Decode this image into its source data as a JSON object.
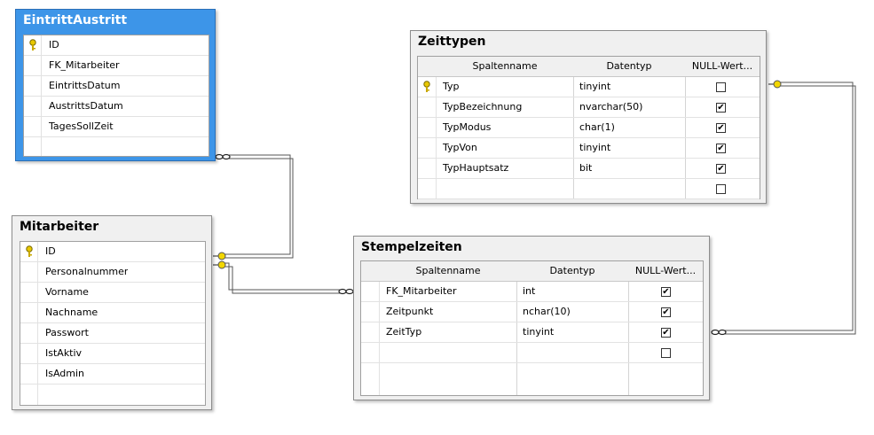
{
  "tables": {
    "eintritt": {
      "title": "EintrittAustritt",
      "columns": [
        "ID",
        "FK_Mitarbeiter",
        "EintrittsDatum",
        "AustrittsDatum",
        "TagesSollZeit"
      ]
    },
    "mitarbeiter": {
      "title": "Mitarbeiter",
      "columns": [
        "ID",
        "Personalnummer",
        "Vorname",
        "Nachname",
        "Passwort",
        "IstAktiv",
        "IsAdmin"
      ]
    },
    "zeittypen": {
      "title": "Zeittypen",
      "headers": [
        "Spaltenname",
        "Datentyp",
        "NULL-Wert..."
      ],
      "rows": [
        {
          "name": "Typ",
          "type": "tinyint",
          "nullable": false
        },
        {
          "name": "TypBezeichnung",
          "type": "nvarchar(50)",
          "nullable": true
        },
        {
          "name": "TypModus",
          "type": "char(1)",
          "nullable": true
        },
        {
          "name": "TypVon",
          "type": "tinyint",
          "nullable": true
        },
        {
          "name": "TypHauptsatz",
          "type": "bit",
          "nullable": true
        },
        {
          "name": "",
          "type": "",
          "nullable": false
        }
      ]
    },
    "stempelzeiten": {
      "title": "Stempelzeiten",
      "headers": [
        "Spaltenname",
        "Datentyp",
        "NULL-Wert..."
      ],
      "rows": [
        {
          "name": "FK_Mitarbeiter",
          "type": "int",
          "nullable": true
        },
        {
          "name": "Zeitpunkt",
          "type": "nchar(10)",
          "nullable": true
        },
        {
          "name": "ZeitTyp",
          "type": "tinyint",
          "nullable": true
        },
        {
          "name": "",
          "type": "",
          "nullable": false
        }
      ]
    }
  },
  "colors": {
    "selected_header": "#3d95e8",
    "key_icon": "#e8c800"
  },
  "icons": {
    "primary_key": "key-icon",
    "relationship_many": "infinity-icon",
    "relationship_one": "key-end-icon"
  }
}
